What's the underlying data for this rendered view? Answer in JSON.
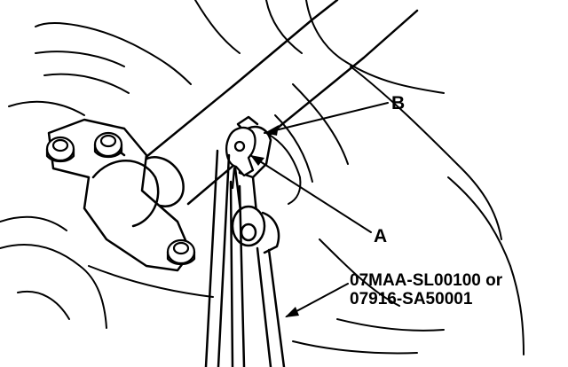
{
  "callouts": {
    "b": "B",
    "a": "A"
  },
  "tool_numbers": {
    "line1": "07MAA-SL00100 or",
    "line2": "07916-SA50001"
  },
  "colors": {
    "ink": "#000000",
    "paper": "#ffffff"
  }
}
